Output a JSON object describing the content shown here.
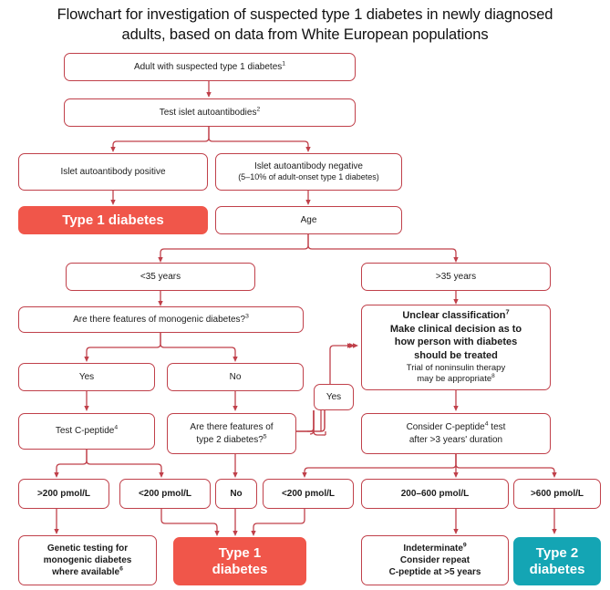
{
  "title": "Flowchart for investigation of suspected type 1 diabetes in newly diagnosed adults, based on data from White European populations",
  "colors": {
    "box_border": "#c0404a",
    "connector": "#c0404a",
    "type1_fill": "#f0564a",
    "type2_fill": "#14a5b4",
    "text": "#1b1b1b",
    "background": "#ffffff"
  },
  "nodes": {
    "adult_suspected": {
      "line1": "Adult with suspected type 1 diabetes",
      "sup": "1"
    },
    "test_islet": {
      "line1": "Test islet autoantibodies",
      "sup": "2"
    },
    "islet_positive": {
      "line1": "Islet autoantibody positive"
    },
    "islet_negative": {
      "line1": "Islet autoantibody negative",
      "line2": "(5–10% of adult-onset type 1 diabetes)"
    },
    "type1_early": {
      "line1": "Type 1 diabetes"
    },
    "age": {
      "line1": "Age"
    },
    "age_under35": {
      "line1": "<35 years"
    },
    "age_over35": {
      "line1": ">35 years"
    },
    "monogenic_features": {
      "line1": "Are there features of monogenic diabetes?",
      "sup": "3"
    },
    "unclear": {
      "line1": "Unclear classification",
      "sup1": "7",
      "line2": "Make clinical decision as to",
      "line3": "how person with diabetes",
      "line4": "should be treated",
      "line5": "Trial of noninsulin therapy",
      "line6": "may be appropriate",
      "sup2": "8"
    },
    "mono_yes": {
      "line1": "Yes"
    },
    "mono_no": {
      "line1": "No"
    },
    "yes_mid": {
      "line1": "Yes"
    },
    "test_cpeptide": {
      "line1": "Test C-peptide",
      "sup": "4"
    },
    "type2_features": {
      "line1": "Are there features of",
      "line2": "type 2 diabetes?",
      "sup": "5"
    },
    "consider_cpeptide": {
      "line1": "Consider C-peptide",
      "sup": "4",
      "line1b": " test",
      "line2": "after >3 years' duration"
    },
    "gt200": {
      "line1": ">200 pmol/L"
    },
    "lt200_a": {
      "line1": "<200 pmol/L"
    },
    "t2_no": {
      "line1": "No"
    },
    "lt200_b": {
      "line1": "<200 pmol/L"
    },
    "range_200_600": {
      "line1": "200–600 pmol/L"
    },
    "gt600": {
      "line1": ">600 pmol/L"
    },
    "genetic_testing": {
      "line1": "Genetic testing for",
      "line2": "monogenic diabetes",
      "line3": "where available",
      "sup": "6"
    },
    "type1_final": {
      "line1": "Type 1",
      "line2": "diabetes"
    },
    "indeterminate": {
      "line1": "Indeterminate",
      "sup": "9",
      "line2": "Consider repeat",
      "line3": "C-peptide at >5 years"
    },
    "type2_final": {
      "line1": "Type 2",
      "line2": "diabetes"
    }
  }
}
